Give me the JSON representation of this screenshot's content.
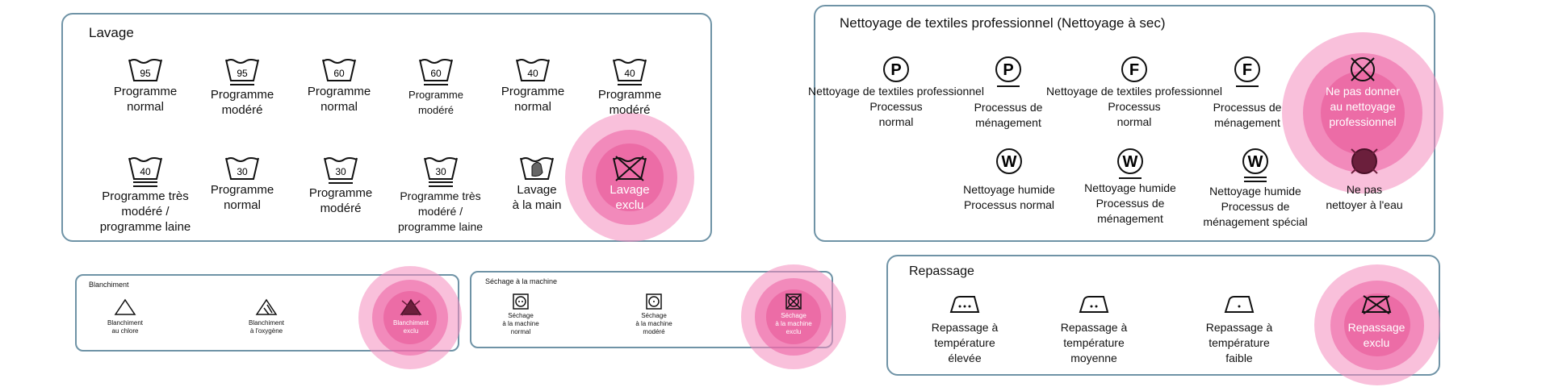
{
  "lavage": {
    "title": "Lavage",
    "items": [
      {
        "temp": "95",
        "label": "Programme\nnormal"
      },
      {
        "temp": "95",
        "label": "Programme\nmodéré"
      },
      {
        "temp": "60",
        "label": "Programme\nnormal"
      },
      {
        "temp": "60",
        "label": "Programme\nmodéré"
      },
      {
        "temp": "40",
        "label": "Programme\nnormal"
      },
      {
        "temp": "40",
        "label": "Programme\nmodéré"
      },
      {
        "temp": "40",
        "label": "Programme très\nmodéré /\nprogramme laine"
      },
      {
        "temp": "30",
        "label": "Programme\nnormal"
      },
      {
        "temp": "30",
        "label": "Programme\nmodéré"
      },
      {
        "temp": "30",
        "label": "Programme très\nmodéré /\nprogramme laine"
      },
      {
        "temp": "",
        "label": "Lavage\nà la main"
      },
      {
        "temp": "",
        "label": "Lavage\nexclu"
      }
    ]
  },
  "nettoyage": {
    "title": "Nettoyage de textiles professionnel (Nettoyage à sec)",
    "items": [
      {
        "letter": "P",
        "label": "Nettoyage de textiles professionnel\nProcessus\nnormal"
      },
      {
        "letter": "P",
        "label": "Processus de\nménagement"
      },
      {
        "letter": "F",
        "label": "Nettoyage de textiles professionnel\nProcessus\nnormal"
      },
      {
        "letter": "F",
        "label": "Processus de\nménagement"
      },
      {
        "letter": "",
        "label": "Ne pas donner\nau nettoyage\nprofessionnel"
      },
      {
        "letter": "W",
        "label": "Nettoyage humide\nProcessus normal"
      },
      {
        "letter": "W",
        "label": "Nettoyage humide\nProcessus de\nménagement"
      },
      {
        "letter": "W",
        "label": "Nettoyage humide\nProcessus de\nménagement spécial"
      },
      {
        "letter": "",
        "label": "Ne pas\nnettoyer à l'eau"
      }
    ]
  },
  "blanchiment": {
    "title": "Blanchiment",
    "items": [
      {
        "label": "Blanchiment\nau chlore"
      },
      {
        "label": "Blanchiment\nà l'oxygène"
      },
      {
        "label": "Blanchiment\nexclu"
      }
    ]
  },
  "sechage": {
    "title": "Séchage à la machine",
    "items": [
      {
        "label": "Séchage\nà la machine\nnormal"
      },
      {
        "label": "Séchage\nà la machine\nmodéré"
      },
      {
        "label": "Séchage\nà la machine\nexclu"
      }
    ]
  },
  "repassage": {
    "title": "Repassage",
    "items": [
      {
        "label": "Repassage à\ntempérature\nélevée"
      },
      {
        "label": "Repassage à\ntempérature\nmoyenne"
      },
      {
        "label": "Repassage à\ntempérature\nfaible"
      },
      {
        "label": "Repassage\nexclu"
      }
    ]
  },
  "colors": {
    "border": "#6f93a6",
    "highlight": "#e8549a",
    "symbol": "#111111"
  }
}
